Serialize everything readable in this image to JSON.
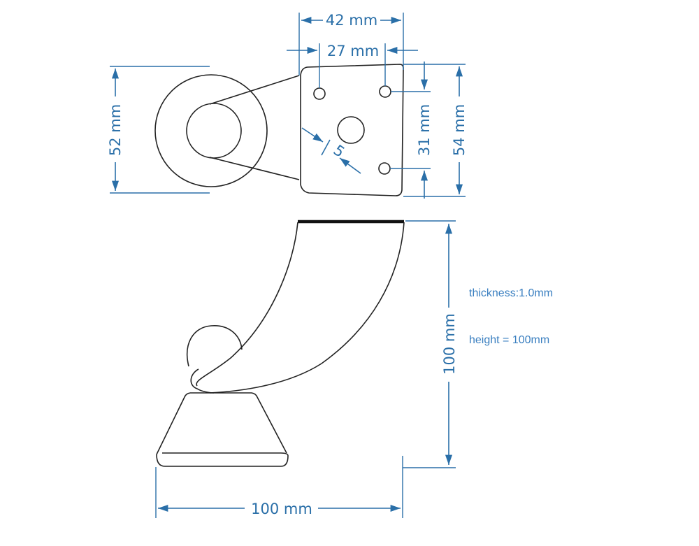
{
  "dimensions": {
    "top_width_outer": "42 mm",
    "top_width_inner": "27 mm",
    "left_height": "52 mm",
    "right_height_inner": "31 mm",
    "right_height_outer": "54 mm",
    "hole_diameter": "5",
    "side_height": "100 mm",
    "bottom_width": "100 mm"
  },
  "notes": {
    "thickness": "thickness:1.0mm",
    "height": "height = 100mm"
  },
  "colors": {
    "dimension": "#2a6fa8",
    "note": "#3a7fc0",
    "outline": "#222222"
  }
}
